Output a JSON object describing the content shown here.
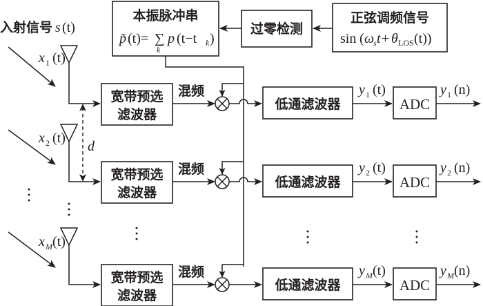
{
  "diagram": {
    "type": "block-diagram",
    "incident_signal": {
      "label": "入射信号",
      "symbol": "s",
      "arg": "(t)"
    },
    "lo_pulse_train": {
      "title": "本振脉冲串",
      "formula": {
        "lhs": "p̃",
        "lhs_arg": "(t)=",
        "sum": "∑",
        "sum_index": "k",
        "rhs": "p",
        "rhs_arg_open": "(t−t",
        "rhs_sub": "k",
        "rhs_arg_close": ")"
      }
    },
    "zero_crossing": {
      "label": "过零检测"
    },
    "sine_fm_signal": {
      "title": "正弦调频信号",
      "formula": {
        "fn": "sin",
        "open": "(",
        "omega": "ω",
        "omega_sub": "s",
        "t": "t+",
        "theta": "θ",
        "theta_sub": "LOS",
        "close": "(t))"
      }
    },
    "channels": [
      {
        "id": "1",
        "antenna_label": {
          "sym": "x",
          "sub": "1",
          "arg": "(t)"
        },
        "prefilter": [
          "宽带预选",
          "滤波器"
        ],
        "mixer_label": "混频",
        "lpf": "低通滤波器",
        "lpf_out": {
          "sym": "y",
          "sub": "1",
          "arg": "(t)"
        },
        "adc": "ADC",
        "adc_out": {
          "sym": "y",
          "sub": "1",
          "arg": "(n)"
        }
      },
      {
        "id": "2",
        "antenna_label": {
          "sym": "x",
          "sub": "2",
          "arg": "(t)"
        },
        "prefilter": [
          "宽带预选",
          "滤波器"
        ],
        "mixer_label": "混频",
        "lpf": "低通滤波器",
        "lpf_out": {
          "sym": "y",
          "sub": "2",
          "arg": "(t)"
        },
        "adc": "ADC",
        "adc_out": {
          "sym": "y",
          "sub": "2",
          "arg": "(n)"
        }
      },
      {
        "id": "M",
        "antenna_label": {
          "sym": "x",
          "sub": "M",
          "arg": "(t)"
        },
        "prefilter": [
          "宽带预选",
          "滤波器"
        ],
        "mixer_label": "混频",
        "lpf": "低通滤波器",
        "lpf_out": {
          "sym": "y",
          "sub": "M",
          "arg": "(t)"
        },
        "adc": "ADC",
        "adc_out": {
          "sym": "y",
          "sub": "M",
          "arg": "(n)"
        }
      }
    ],
    "spacing_label": "d",
    "ellipsis": "⋮",
    "colors": {
      "ink": "#231f20",
      "background": "#ffffff"
    }
  }
}
